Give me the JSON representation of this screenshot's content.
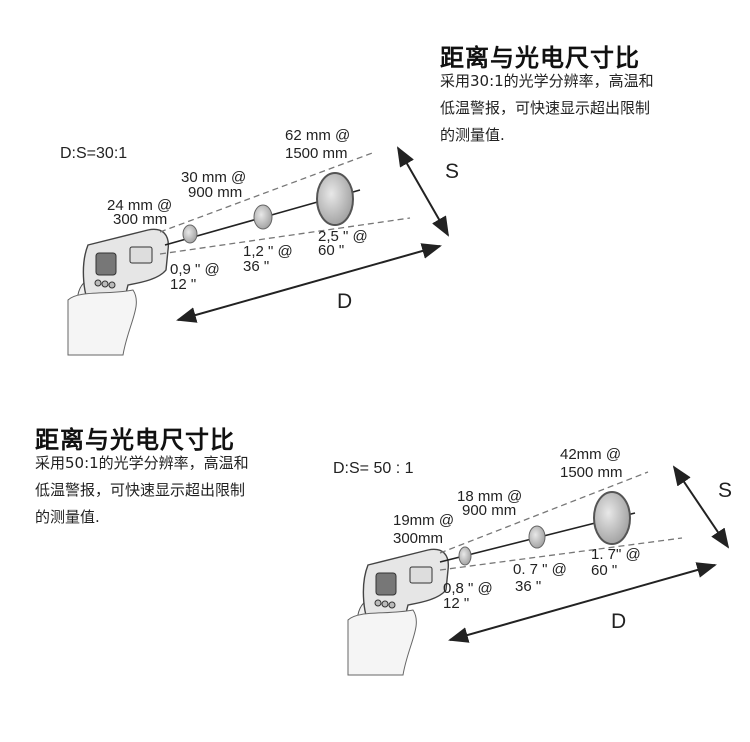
{
  "panel1": {
    "title": "距离与光电尺寸比",
    "lines": [
      "采用30:1的光学分辨率，高温和",
      "低温警报，可快速显示超出限制",
      "的测量值."
    ],
    "ratio": "D:S=30:1",
    "spots": [
      {
        "top": "24 mm @",
        "bottom": "300 mm",
        "inch1": "0,9 \" @",
        "inch2": "12 \""
      },
      {
        "top": "30 mm @",
        "bottom": "900 mm",
        "inch1": "1,2 \" @",
        "inch2": "36 \""
      },
      {
        "top": "62 mm @",
        "bottom": "1500 mm",
        "inch1": "2,5 \" @",
        "inch2": "60 \""
      }
    ],
    "d_label": "D",
    "s_label": "S"
  },
  "panel2": {
    "title": "距离与光电尺寸比",
    "lines": [
      "采用50:1的光学分辨率，高温和",
      "低温警报，可快速显示超出限制",
      "的测量值."
    ],
    "ratio": "D:S= 50 : 1",
    "spots": [
      {
        "top": "19mm @",
        "bottom": "300mm",
        "inch1": "0,8 \" @",
        "inch2": "12 \""
      },
      {
        "top": "18 mm @",
        "bottom": "900 mm",
        "inch1": "0. 7 \" @",
        "inch2": "36 \""
      },
      {
        "top": "42mm @",
        "bottom": "1500 mm",
        "inch1": "1. 7\" @",
        "inch2": "60 \""
      }
    ],
    "d_label": "D",
    "s_label": "S"
  }
}
